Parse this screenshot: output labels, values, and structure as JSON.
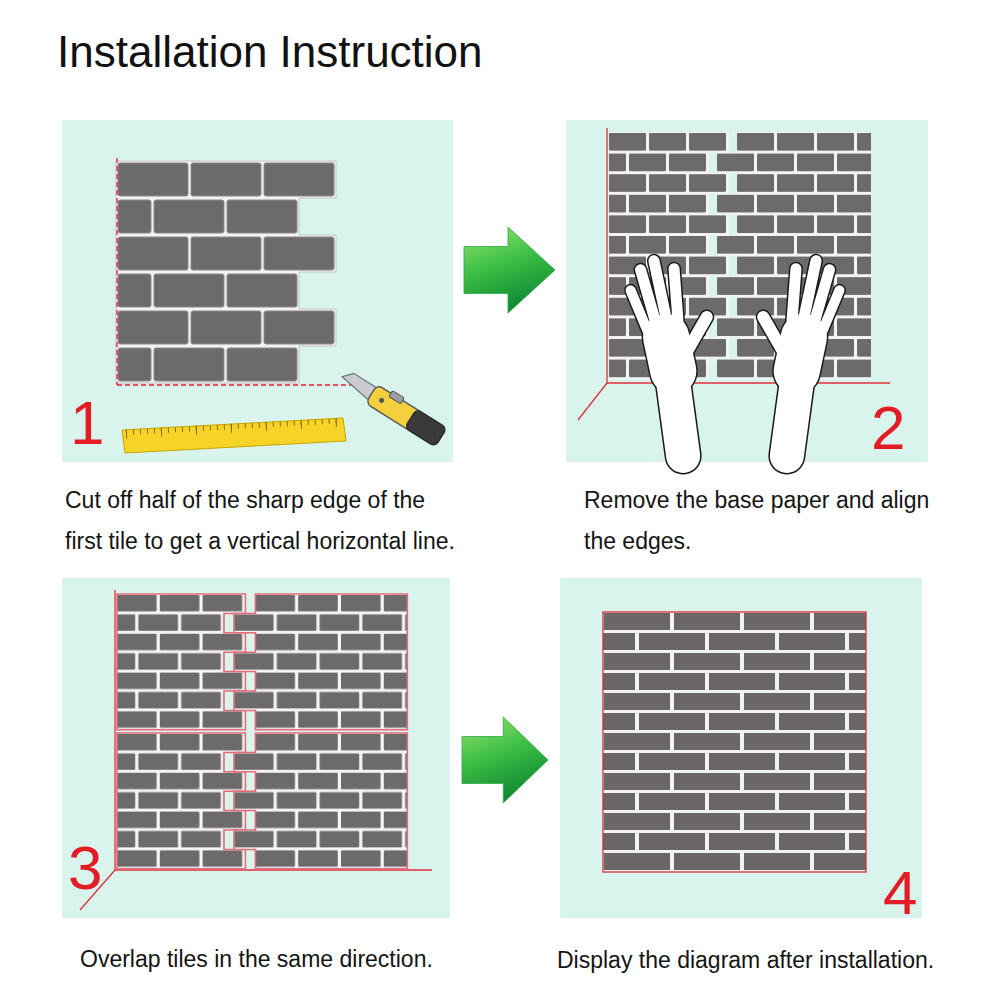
{
  "diagram": {
    "title": "Installation Instruction",
    "nodes": [
      {
        "text": [
          "1",
          "Cut off half of the sharp edge of the first tile to get a vertical horizontal line."
        ]
      },
      {
        "text": [
          "2",
          "Remove the base paper and align the edges."
        ]
      },
      {
        "text": [
          "3",
          "Overlap tiles in the same direction."
        ]
      },
      {
        "text": [
          "4",
          "Display the diagram after installation."
        ]
      }
    ],
    "edges": [
      {
        "from": 0,
        "to": 1,
        "arrow": "to"
      },
      {
        "from": 2,
        "to": 3,
        "arrow": "to"
      }
    ]
  }
}
